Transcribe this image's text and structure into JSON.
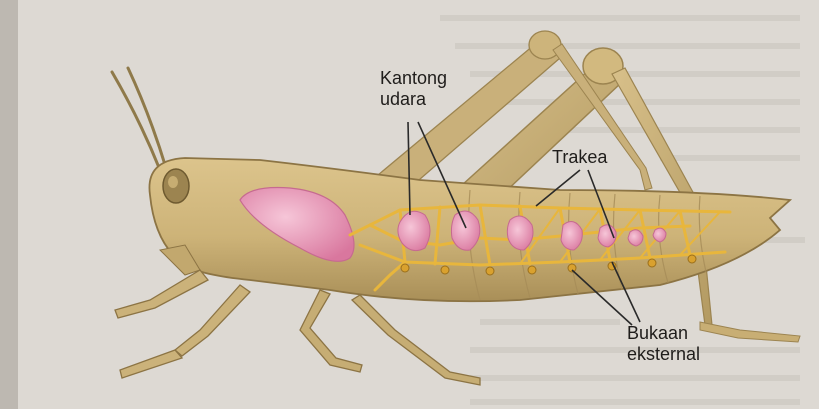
{
  "labels": {
    "kantong_udara_line1": "Kantong",
    "kantong_udara_line2": "udara",
    "trakea": "Trakea",
    "bukaan_line1": "Bukaan",
    "bukaan_line2": "eksternal"
  },
  "colors": {
    "page_background": "#ddd9d3",
    "body": "#cfb57c",
    "body_shadow": "#a98f58",
    "air_sac": "#e89ab8",
    "trachea": "#e8b63c",
    "label_line": "#2a2a2a"
  }
}
